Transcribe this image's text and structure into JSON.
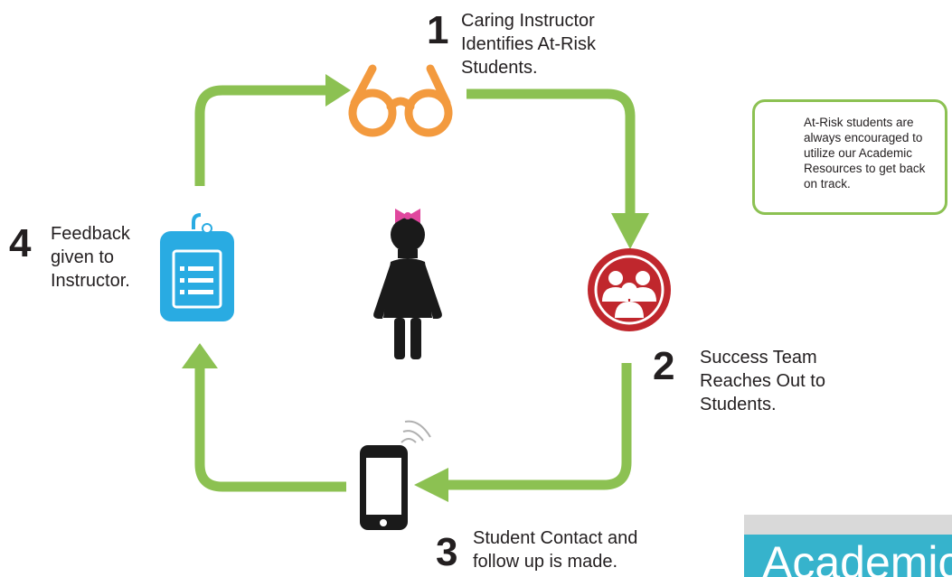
{
  "steps": [
    {
      "number": "1",
      "text": [
        "Caring Instructor",
        "Identifies At-Risk",
        "Students."
      ]
    },
    {
      "number": "2",
      "text": [
        "Success Team",
        "Reaches Out to",
        "Students."
      ]
    },
    {
      "number": "3",
      "text": [
        "Student Contact and",
        "follow up is made."
      ]
    },
    {
      "number": "4",
      "text": [
        "Feedback",
        "given to",
        "Instructor."
      ]
    }
  ],
  "note": {
    "lines": [
      "At-Risk students are",
      "always encouraged to",
      "utilize our Academic",
      "Resources to get back",
      "on track."
    ]
  },
  "academic_banner": {
    "text": "Academic"
  },
  "icons": {
    "step1": "glasses-icon",
    "step2": "group-icon",
    "step3": "smartphone-icon",
    "step4": "clipboard-icon",
    "center": "student-girl-icon",
    "note": "exclamation-icon"
  },
  "colors": {
    "arrow": "#8cc152",
    "glasses": "#f39a3e",
    "group": "#c0272d",
    "clipboard": "#29abe2",
    "exclamation": "#f39a3e",
    "bow": "#e0479e",
    "academic_band": "#36b3cc"
  }
}
